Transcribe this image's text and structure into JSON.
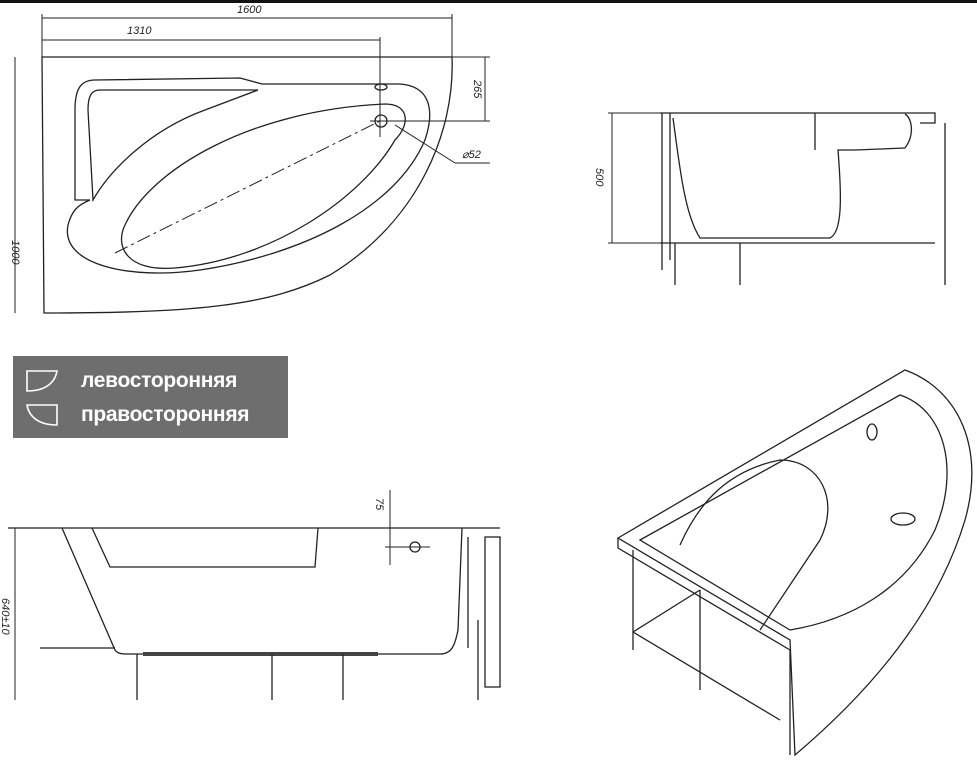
{
  "top_view": {
    "dims": {
      "overall_length": "1600",
      "drain_offset": "1310",
      "width": "1000",
      "drain_from_edge": "265",
      "drain_diameter": "⌀52"
    }
  },
  "end_view": {
    "dims": {
      "height": "500"
    }
  },
  "side_view": {
    "dims": {
      "overflow_offset": "75",
      "total_height": "640±10"
    }
  },
  "legend": {
    "items": [
      {
        "icon": "left-hand-tub-icon",
        "label": "левосторонняя"
      },
      {
        "icon": "right-hand-tub-icon",
        "label": "правосторонняя"
      }
    ],
    "background": "#6e6e6e"
  }
}
